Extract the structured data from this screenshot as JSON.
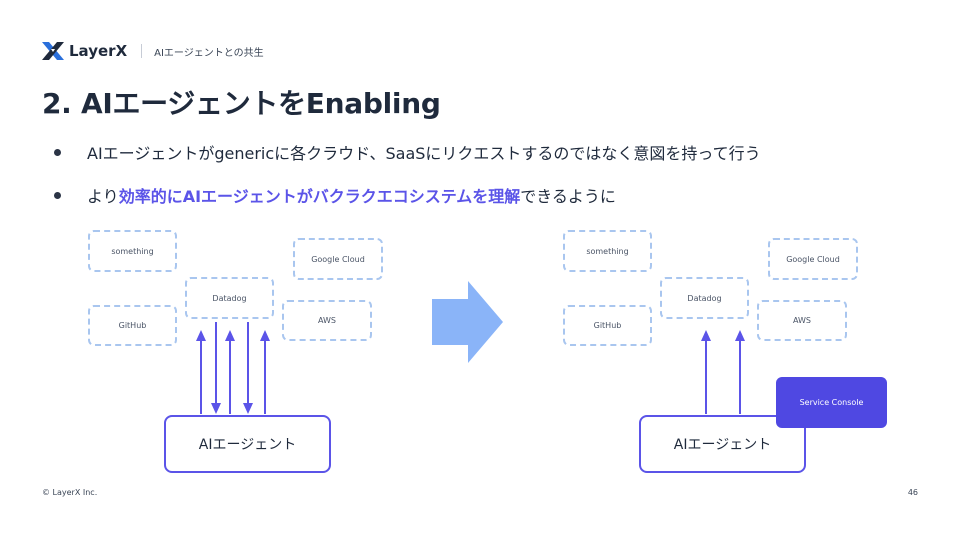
{
  "header": {
    "brand": "LayerX",
    "section": "AIエージェントとの共生"
  },
  "title": "2. AIエージェントをEnabling",
  "bullets": [
    {
      "text": "AIエージェントがgenericに各クラウド、SaaSにリクエストするのではなく意図を持って行う"
    },
    {
      "before": "より",
      "highlight": "効率的にAIエージェントがバクラクエコシステムを理解",
      "after": "できるように"
    }
  ],
  "diagram_before": {
    "boxes": {
      "something": "something",
      "github": "GitHub",
      "datadog": "Datadog",
      "google_cloud": "Google Cloud",
      "aws": "AWS"
    },
    "agent": "AIエージェント"
  },
  "diagram_after": {
    "boxes": {
      "something": "something",
      "github": "GitHub",
      "datadog": "Datadog",
      "google_cloud": "Google Cloud",
      "aws": "AWS"
    },
    "agent": "AIエージェント",
    "console": "Service Console"
  },
  "footer": {
    "copyright": "© LayerX Inc.",
    "page": "46"
  },
  "colors": {
    "accent": "#5b54e8",
    "dashed": "#a9c6ef",
    "arrow": "#8ab4f8",
    "console": "#4f48e2"
  }
}
